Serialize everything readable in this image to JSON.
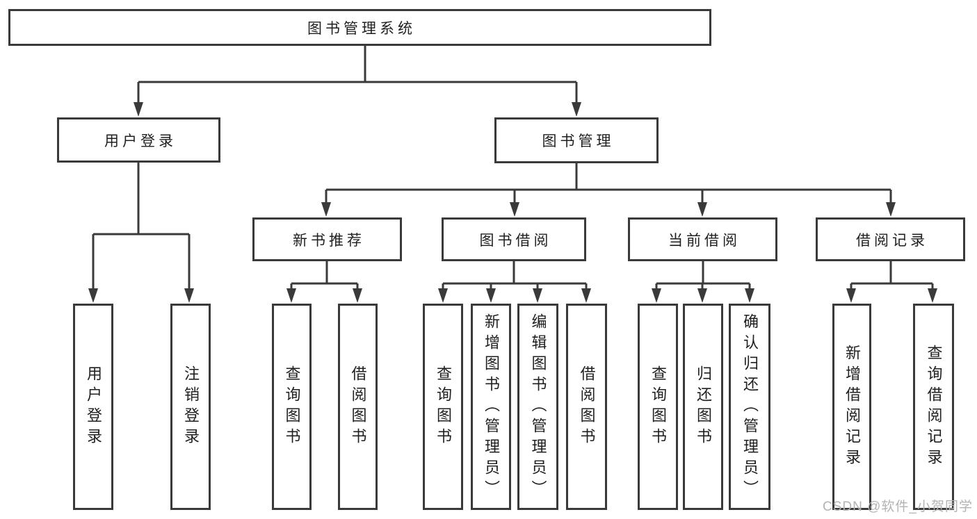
{
  "diagram": {
    "root": "图书管理系统",
    "level2": {
      "user": "用户登录",
      "books": "图书管理"
    },
    "level3": {
      "recommend": "新书推荐",
      "borrow": "图书借阅",
      "current": "当前借阅",
      "records": "借阅记录"
    },
    "leaves": {
      "user": [
        "用户登录",
        "注销登录"
      ],
      "recommend": [
        "查询图书",
        "借阅图书"
      ],
      "borrow": [
        "查询图书",
        "新增图书（管理员）",
        "编辑图书（管理员）",
        "借阅图书"
      ],
      "current": [
        "查询图书",
        "归还图书",
        "确认归还（管理员）"
      ],
      "records": [
        "新增借阅记录",
        "查询借阅记录"
      ]
    }
  },
  "watermark": "CSDN @软件_小贺同学",
  "colors": {
    "line": "#3a3a3a",
    "text": "#1f1f1f",
    "watermark": "#b3b3b3",
    "background": "#ffffff"
  }
}
